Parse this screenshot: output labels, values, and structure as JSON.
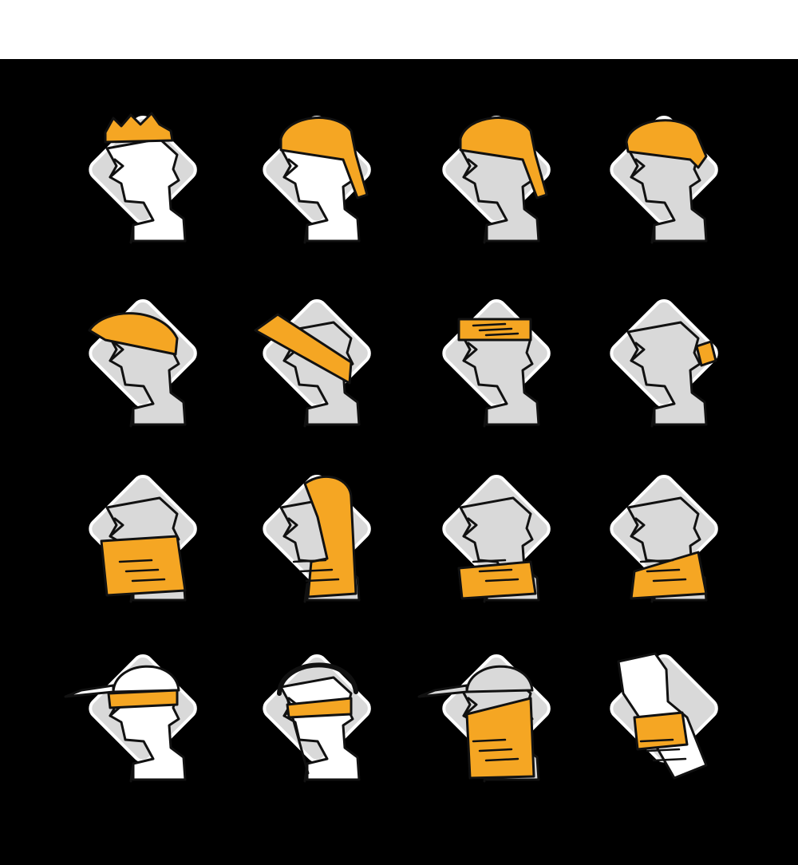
{
  "colors": {
    "background": "#000000",
    "page": "#ffffff",
    "band": "#f5a623",
    "skin": "#ffffff",
    "shade": "#d9d9d9",
    "outline": "#111111"
  },
  "grid": {
    "rows": 4,
    "columns": 4
  },
  "icons": [
    {
      "name": "forehead-wrap-icon",
      "band": "crown-wrap",
      "face": "white",
      "diamond": "light"
    },
    {
      "name": "pirate-cap-icon",
      "band": "cap-tail",
      "face": "white",
      "diamond": "light"
    },
    {
      "name": "bandana-tail-icon",
      "band": "cap-tail",
      "face": "grey",
      "diamond": "light"
    },
    {
      "name": "knotted-cap-icon",
      "band": "cap-knot",
      "face": "grey",
      "diamond": "light"
    },
    {
      "name": "headband-knot-icon",
      "band": "wide-diagonal",
      "face": "grey",
      "diamond": "light"
    },
    {
      "name": "diagonal-sash-icon",
      "band": "sash",
      "face": "grey",
      "diamond": "light"
    },
    {
      "name": "bunched-headband-icon",
      "band": "forehead-bunched",
      "face": "grey",
      "diamond": "light"
    },
    {
      "name": "hair-tie-icon",
      "band": "ponytail-tie",
      "face": "grey",
      "diamond": "light"
    },
    {
      "name": "neck-gaiter-icon",
      "band": "neck-high",
      "face": "grey",
      "diamond": "light"
    },
    {
      "name": "balaclava-hood-icon",
      "band": "hood",
      "face": "grey",
      "diamond": "light"
    },
    {
      "name": "neck-scarf-icon",
      "band": "neck-low",
      "face": "grey",
      "diamond": "light"
    },
    {
      "name": "low-neck-tube-icon",
      "band": "neck-low-back",
      "face": "grey",
      "diamond": "light"
    },
    {
      "name": "cap-with-headband-icon",
      "band": "under-cap",
      "face": "white",
      "diamond": "light"
    },
    {
      "name": "helmet-liner-icon",
      "band": "under-helmet",
      "face": "white",
      "diamond": "light"
    },
    {
      "name": "cap-face-cover-icon",
      "band": "cap-face-cover",
      "face": "grey",
      "diamond": "light"
    },
    {
      "name": "wristband-icon",
      "band": "wrist",
      "face": "none",
      "diamond": "light"
    }
  ]
}
